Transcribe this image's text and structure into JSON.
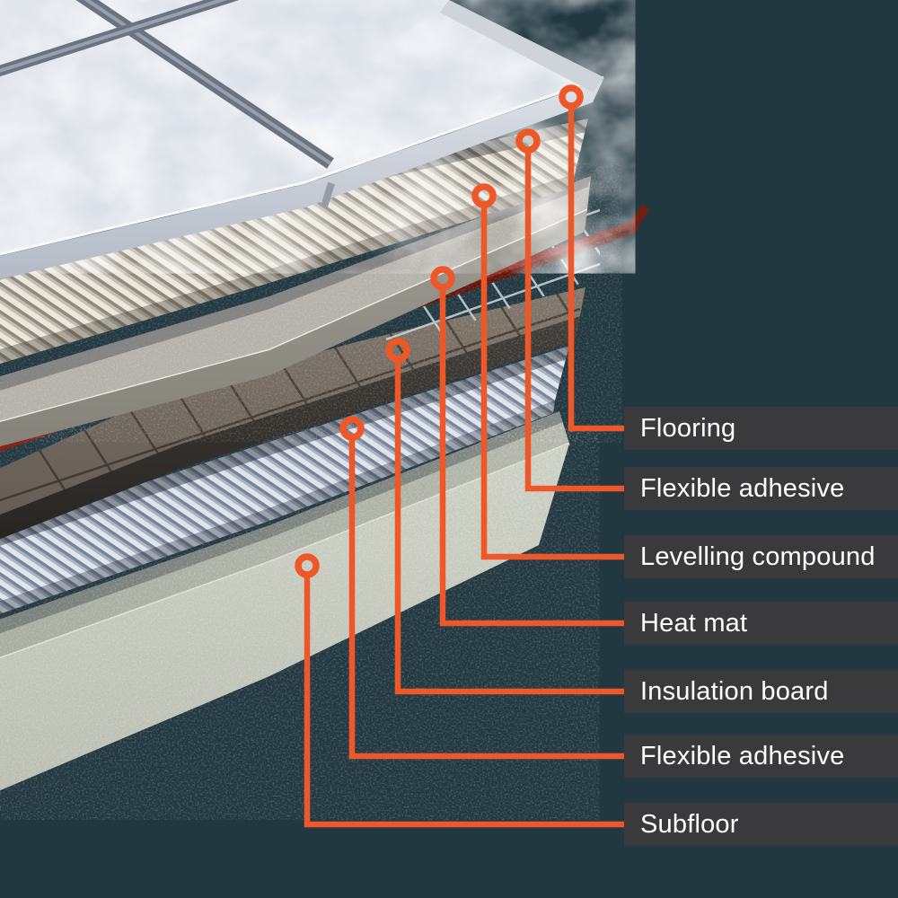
{
  "diagram": {
    "name": "floor-heating-layer-diagram",
    "layers": [
      {
        "id": "flooring",
        "label": "Flooring"
      },
      {
        "id": "flexible-adhesive-top",
        "label": "Flexible adhesive"
      },
      {
        "id": "levelling-compound",
        "label": "Levelling compound"
      },
      {
        "id": "heat-mat",
        "label": "Heat mat"
      },
      {
        "id": "insulation-board",
        "label": "Insulation board"
      },
      {
        "id": "flexible-adhesive-bottom",
        "label": "Flexible adhesive"
      },
      {
        "id": "subfloor",
        "label": "Subfloor"
      }
    ]
  },
  "colors": {
    "background": "#223841",
    "accent": "#EE5828",
    "label_box": "#3A3A3C",
    "label_text": "#FFFFFF",
    "heating_cable": "#C1272D",
    "tile_surface": "#E0E5ED",
    "tile_grout": "#6B7280",
    "adhesive_ridge_top": "#E9E5DB",
    "levelling_surface": "#B5B2AB",
    "insulation_surface": "#6F655B",
    "adhesive_ridge_bottom": "#D9DEE4",
    "subfloor_surface": "#CACFC2"
  }
}
